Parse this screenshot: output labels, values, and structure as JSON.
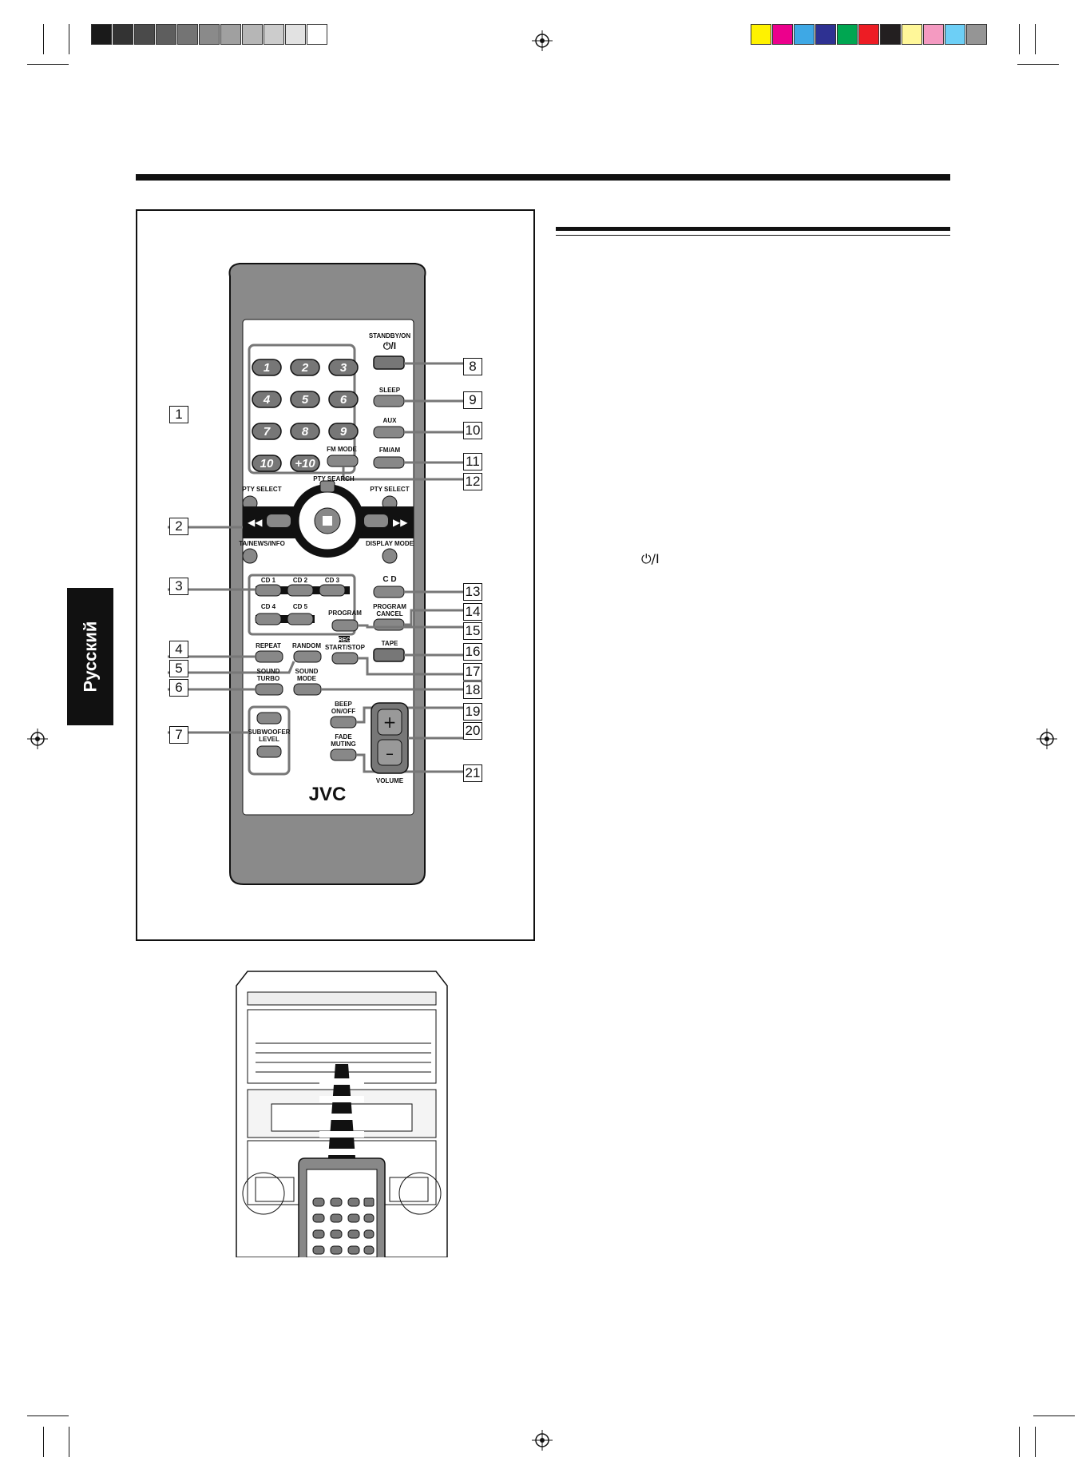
{
  "language_tab": "Русский",
  "power_symbol_text": "⏻/I",
  "remote": {
    "brand": "JVC",
    "number_keys": [
      "1",
      "2",
      "3",
      "4",
      "5",
      "6",
      "7",
      "8",
      "9",
      "10",
      "+10"
    ],
    "labels": {
      "standby_on": "STANDBY/ON",
      "standby_symbol": "⏻/I",
      "sleep": "SLEEP",
      "aux": "AUX",
      "fm_mode": "FM MODE",
      "fm_am": "FM/AM",
      "pty_select_left": "PTY SELECT",
      "pty_select_right": "PTY SELECT",
      "pty_search": "PTY SEARCH",
      "ta_news_info": "TA/NEWS/INFO",
      "display_mode": "DISPLAY MODE",
      "cd1": "CD 1",
      "cd2": "CD 2",
      "cd3": "CD 3",
      "cd4": "CD 4",
      "cd5": "CD 5",
      "cd": "C D",
      "program": "PROGRAM",
      "program_cancel_1": "PROGRAM",
      "program_cancel_2": "CANCEL",
      "repeat": "REPEAT",
      "random": "RANDOM",
      "rec": "REC",
      "start_stop": "START/STOP",
      "tape": "TAPE",
      "sound_turbo_1": "SOUND",
      "sound_turbo_2": "TURBO",
      "sound_mode_1": "SOUND",
      "sound_mode_2": "MODE",
      "beep_1": "BEEP",
      "beep_2": "ON/OFF",
      "subwoofer_1": "SUBWOOFER",
      "subwoofer_2": "LEVEL",
      "fade_1": "FADE",
      "fade_2": "MUTING",
      "volume": "VOLUME"
    }
  },
  "callouts": [
    "1",
    "2",
    "3",
    "4",
    "5",
    "6",
    "7",
    "8",
    "9",
    "10",
    "11",
    "12",
    "13",
    "14",
    "15",
    "16",
    "17",
    "18",
    "19",
    "20",
    "21"
  ],
  "colors": {
    "gray_swatches": [
      "#1a1a1a",
      "#333333",
      "#4a4a4a",
      "#5e5e5e",
      "#747474",
      "#8a8a8a",
      "#a0a0a0",
      "#b6b6b6",
      "#cccccc",
      "#e2e2e2",
      "#ffffff"
    ],
    "color_swatches": [
      "#fff200",
      "#ec008c",
      "#3ea8e5",
      "#2e3192",
      "#00a651",
      "#ed1c24",
      "#231f20",
      "#fff799",
      "#f49ac1",
      "#6dcff6",
      "#959595"
    ]
  }
}
